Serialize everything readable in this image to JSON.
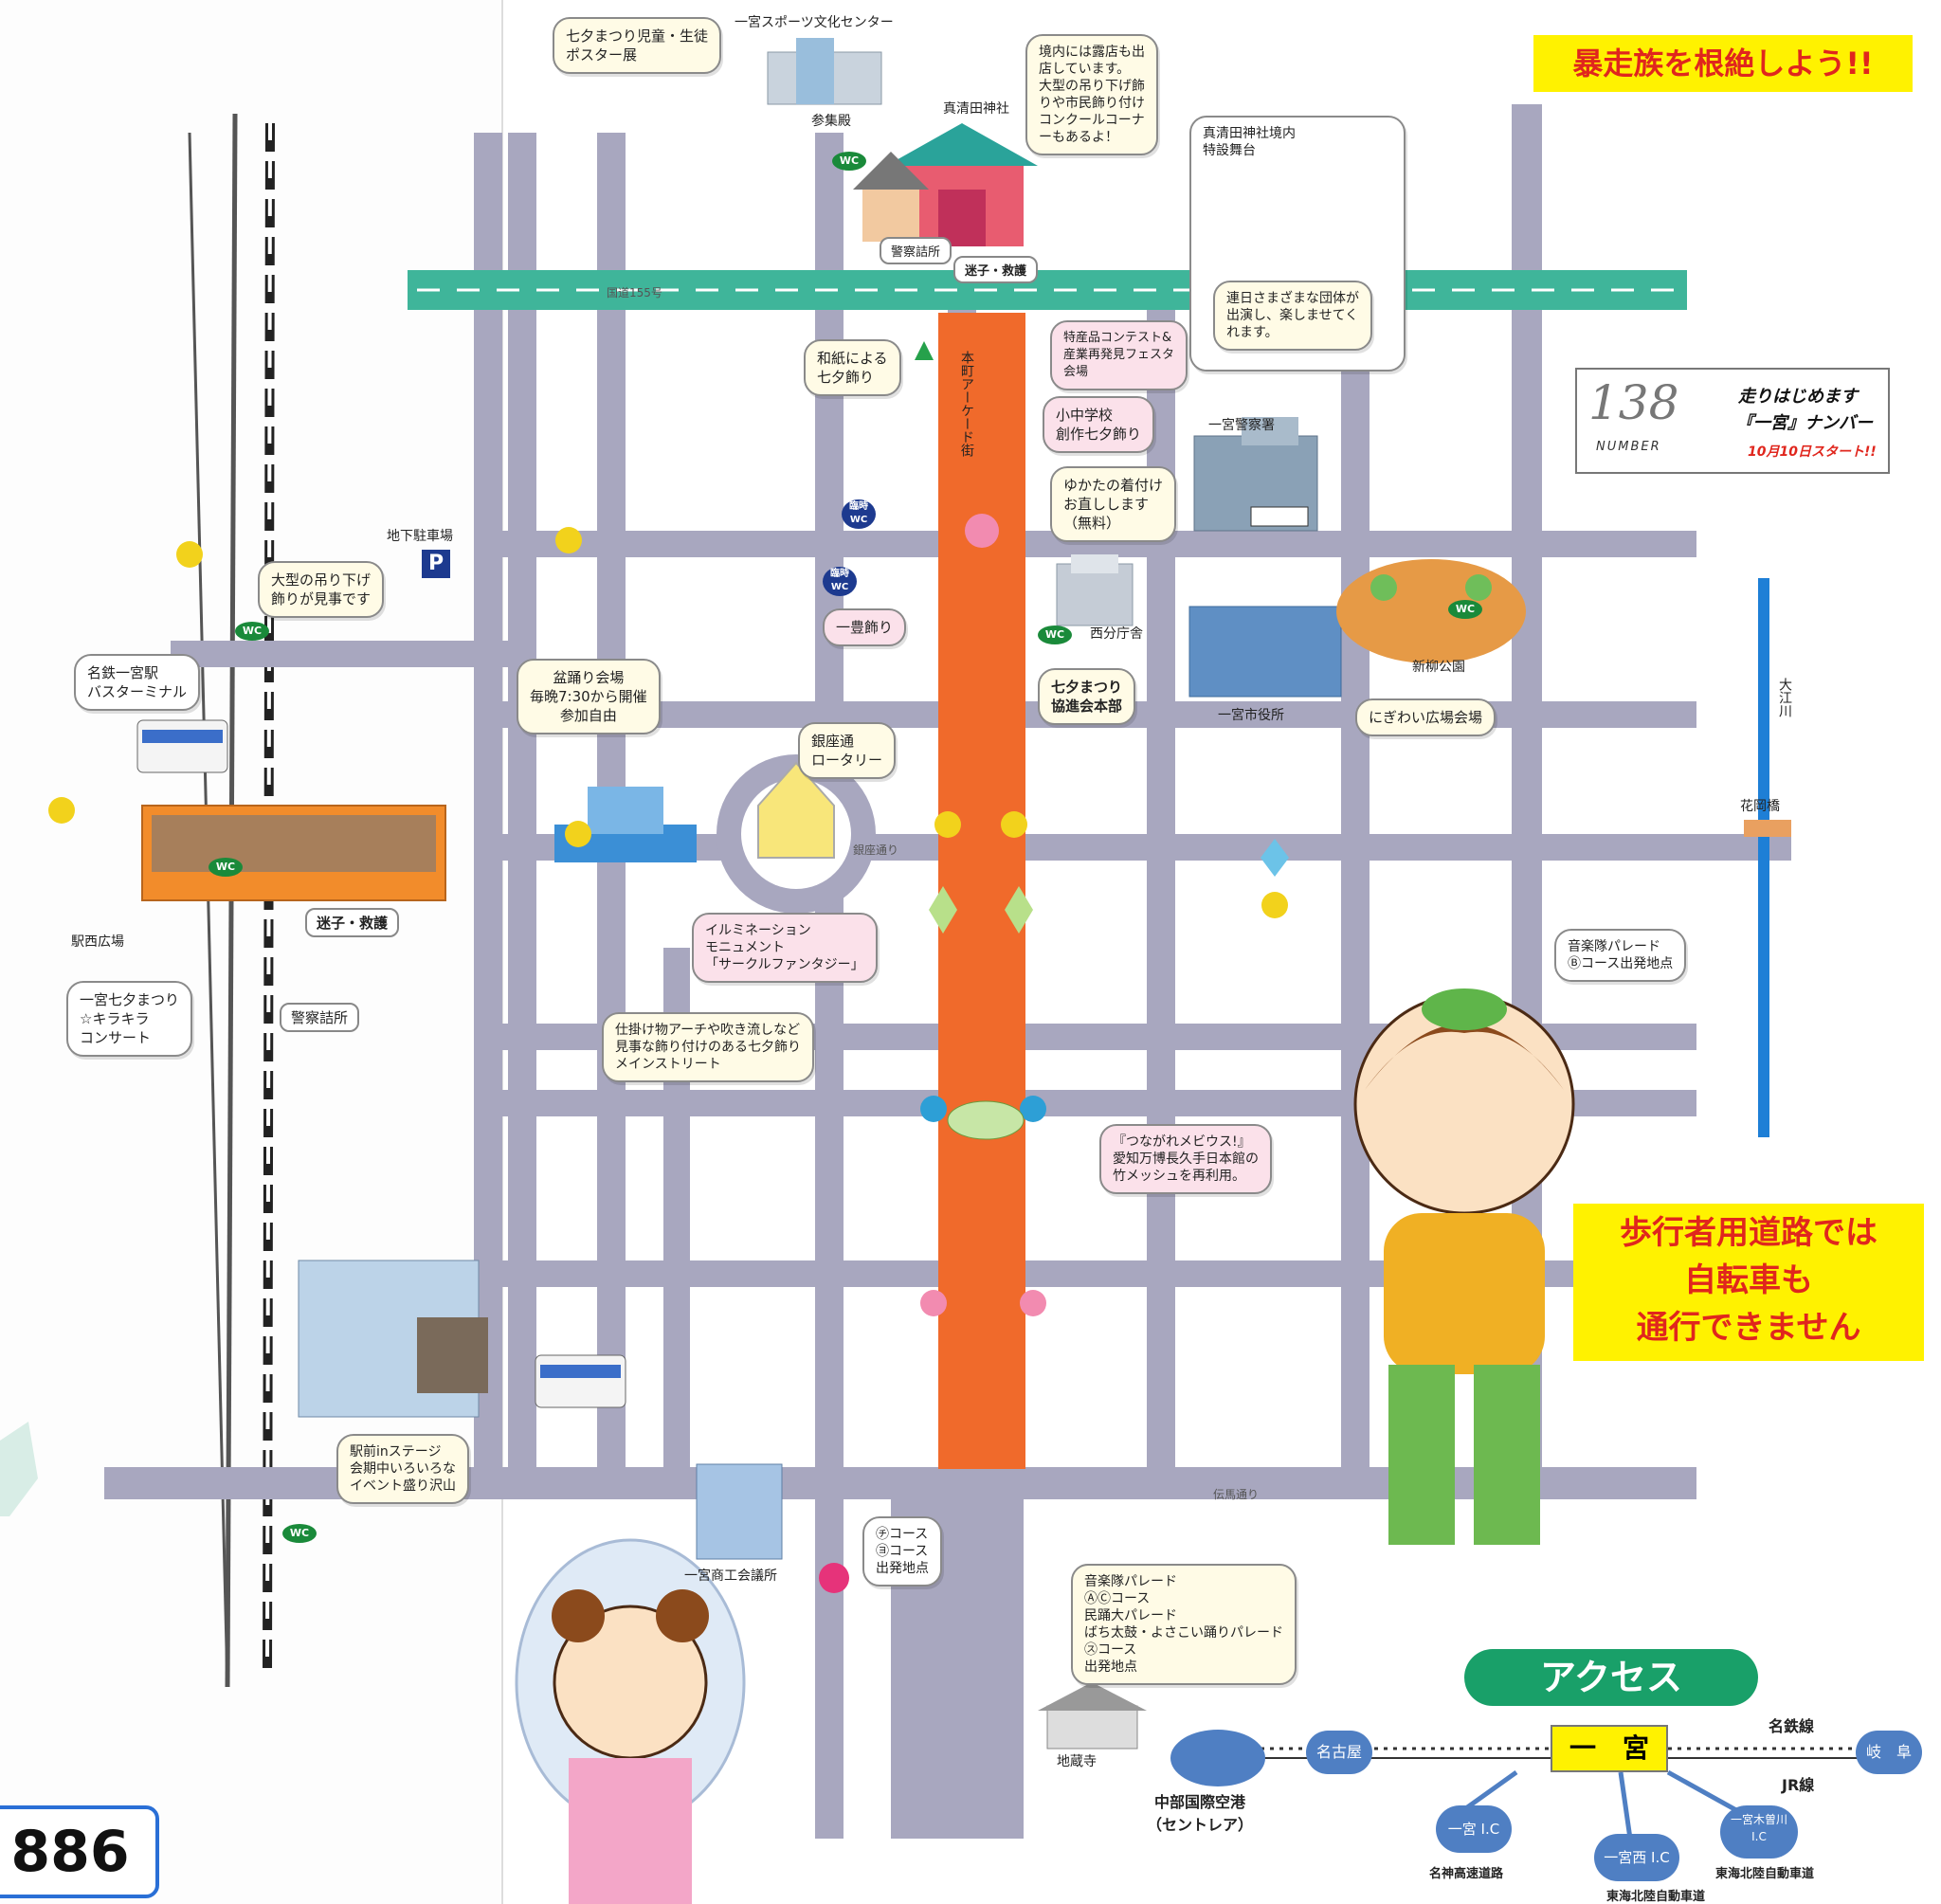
{
  "header": {
    "slogan": "暴走族を根絶しよう!!",
    "number_plate": {
      "logo": "138",
      "logo_sub": "NUMBER",
      "line1": "走りはじめます",
      "line2": "『一宮』ナンバー",
      "line3": "10月10日スタート!!"
    }
  },
  "roads": {
    "national_route": "国道155号",
    "ginza": "銀座通り",
    "denma": "伝馬通り",
    "arcade": "本町アーケード街",
    "river": "大江川",
    "bridge": "花岡橋"
  },
  "places": {
    "sports_center": "一宮スポーツ文化センター",
    "sanshuden": "参集殿",
    "shrine": "真清田神社",
    "police_box_1": "警察詰所",
    "lost_child_1": "迷子・救護",
    "police_station": "一宮警察署",
    "west_office": "西分庁舎",
    "city_hall": "一宮市役所",
    "park": "新柳公園",
    "underground_parking": "地下駐車場",
    "station_plaza": "駅西広場",
    "lost_child_2": "迷子・救護",
    "police_box_2": "警察詰所",
    "chamber": "一宮商工会議所",
    "jizoji": "地蔵寺",
    "rinji_wc": "臨時\nWC",
    "wc": "WC"
  },
  "callouts": {
    "poster": "七夕まつり児童・生徒\nポスター展",
    "shrine_stalls": "境内には露店も出\n店しています。\n大型の吊り下げ飾\nりや市民飾り付け\nコンクールコーナ\nーもあるよ！",
    "stage": "真清田神社境内\n特設舞台",
    "daily": "連日さまざまな団体が\n出演し、楽しませてく\nれます。",
    "washi": "和紙による\n七夕飾り",
    "products": "特産品コンテスト&\n産業再発見フェスタ\n会場",
    "schools": "小中学校\n創作七夕飾り",
    "yukata": "ゆかたの着付け\nお直しします\n（無料）",
    "ippou": "一豊飾り",
    "headquarters": "七夕まつり\n協進会本部",
    "nigiwai": "にぎわい広場会場",
    "big_decoration": "大型の吊り下げ\n飾りが見事です",
    "bus_terminal": "名鉄一宮駅\nバスターミナル",
    "bon_odori": "盆踊り会場\n毎晩7:30から開催\n参加自由",
    "ginza_rotary": "銀座通\nロータリー",
    "illumination": "イルミネーション\nモニュメント\n「サークルファンタジー」",
    "main_street": "仕掛け物アーチや吹き流しなど\n見事な飾り付けのある七夕飾り\nメインストリート",
    "kirakira": "一宮七夕まつり\n☆キラキラ\nコンサート",
    "mobius": "『つながれメビウス!』\n愛知万博長久手日本館の\n竹メッシュを再利用。",
    "band_b": "音楽隊パレード\nⒷコース出発地点",
    "ekimae_stage": "駅前inステージ\n会期中いろいろな\nイベント盛り沢山",
    "course_start": "㋠コース\n㋵コース\n出発地点",
    "parades": "音楽隊パレード\nⒶⒸコース\n民踊大パレード\nばち太鼓・よさこい踊りパレード\n㋜コース\n出発地点"
  },
  "notices": {
    "bicycle_line1": "歩行者用道路では",
    "bicycle_line2": "自転車も",
    "bicycle_line3": "通行できません"
  },
  "access": {
    "title": "アクセス",
    "ichinomiya": "一　宮",
    "nagoya": "名古屋",
    "gifu": "岐　阜",
    "meitetsu": "名鉄線",
    "jr": "JR線",
    "airport_line1": "中部国際空港",
    "airport_line2": "（セントレア）",
    "ic1": "一宮 I.C",
    "ic2": "一宮西 I.C",
    "ic3": "一宮木曽川\nI.C",
    "meishin": "名神高速道路",
    "tokai1": "東海北陸自動車道",
    "tokai2": "東海北陸自動車道"
  },
  "edge": {
    "number": "886"
  },
  "colors": {
    "road": "#a8a7bf",
    "arcade": "#f06a2b",
    "route": "#3fb59a",
    "river": "#1e7fd6",
    "yellow_banner": "#fff200",
    "access_badge": "#19a069",
    "station_circle": "#4f7fc3"
  }
}
